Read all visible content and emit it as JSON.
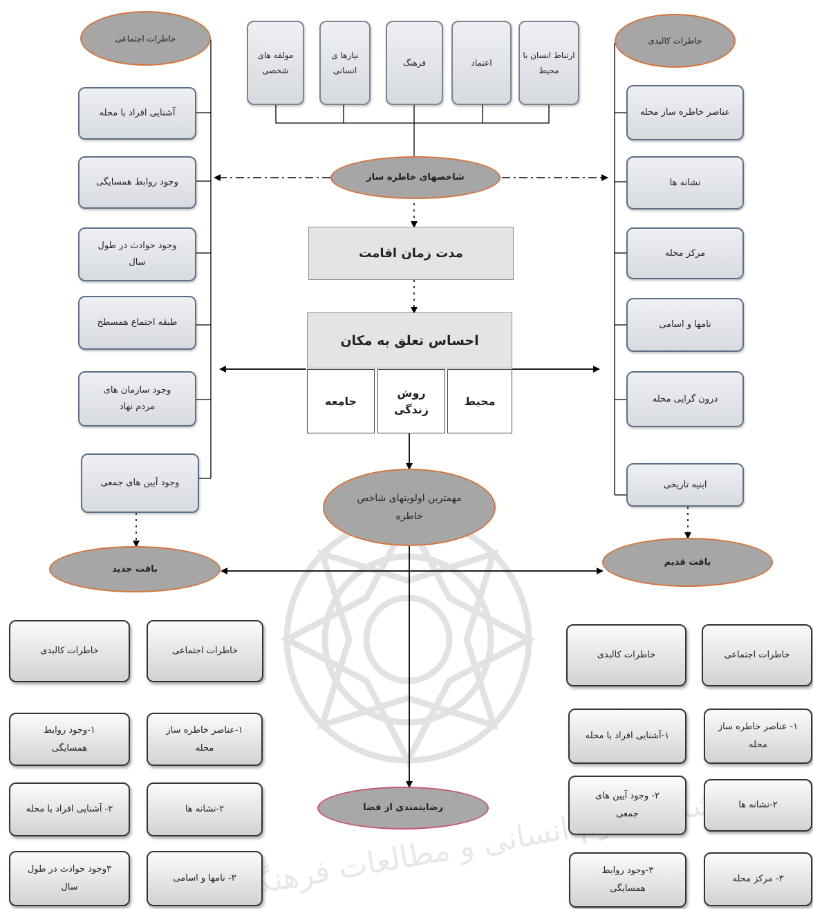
{
  "center": {
    "factors": [
      "مولفه های شخصی",
      "نیازها ی انسانی",
      "فرهنگ",
      "اعتماد",
      "ارتباط انسان با محیط"
    ],
    "memory_indicators": "شاخصهای خاطره ساز",
    "residence_duration": "مدت زمان اقامت",
    "place_attachment": "احساس تعلق به مکان",
    "attachment_parts": [
      "جامعه",
      "روش زندگی",
      "محیط"
    ],
    "top_priorities": "مهمترین اولویتهای شاخص خاطره",
    "space_satisfaction": "رضایتمندی از فضا"
  },
  "left_column": {
    "title": "خاطرات اجتماعی",
    "items": [
      "آشنایی افراد با محله",
      "وجود روابط همسایگی",
      "وجود حوادث در طول سال",
      "طبقه اجتماع همسطح",
      "وجود سازمان های مردم نهاد",
      "وجود آیین های جمعی"
    ]
  },
  "right_column": {
    "title": "خاطرات کالبدی",
    "items": [
      "عناصر خاطره ساز محله",
      "نشانه ها",
      "مرکز محله",
      "نامها و اسامی",
      "درون گرایی محله",
      "ابنیه تاریخی"
    ]
  },
  "new_fabric": {
    "label": "بافت جدید",
    "physical_header": "خاطرات کالبدی",
    "social_header": "خاطرات اجتماعی",
    "physical_items": [
      "۱-وجود روابط همسایگی",
      "۲- آشنایی افراد با محله",
      "۳وجود حوادث در طول سال"
    ],
    "social_items": [
      "۱-عناصر خاطره ساز محله",
      "۲-نشانه ها",
      "۳- نامها و اسامی"
    ]
  },
  "old_fabric": {
    "label": "بافت قدیم",
    "physical_header": "خاطرات کالبدی",
    "social_header": "خاطرات اجتماعی",
    "physical_items": [
      "۱-آشنایی افراد با محله",
      "۲- وجود آیین های جمعی",
      "۳-وجود روابط همسایگی"
    ],
    "social_items": [
      "۱- عناصر خاطره ساز محله",
      "۲-نشانه ها",
      "۳- مرکز محله"
    ]
  },
  "watermark": "پژوهشگاه علوم انسانی و مطالعات فرهنگی",
  "colors": {
    "ellipse_fill": "#a6a6a6",
    "ellipse_border": "#d6743c",
    "box_border": "#5d6f86"
  }
}
